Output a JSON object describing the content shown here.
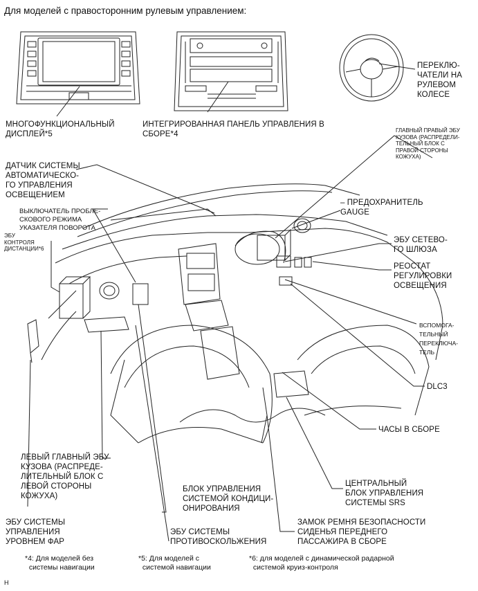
{
  "title": "Для моделей с правосторонним рулевым управлением:",
  "labels": {
    "multi_display": "МНОГОФУНКЦИОНАЛЬНЫЙ\nДИСПЛЕЙ*5",
    "integrated_panel": "ИНТЕГРИРОВАННАЯ ПАНЕЛЬ УПРАВЛЕНИЯ В\nСБОРЕ*4",
    "steering_switches": "ПЕРЕКЛЮ-\nЧАТЕЛИ НА\nРУЛЕВОМ\nКОЛЕСЕ",
    "main_right_body_ecu": "ГЛАВНЫЙ ПРАВЫЙ ЭБУ\nКУЗОВА (РАСПРЕДЕЛИ-\nТЕЛЬНЫЙ БЛОК С\nПРАВОЙ СТОРОНЫ\nКОЖУХА)",
    "auto_light_sensor": "ДАТЧИК СИСТЕМЫ\nАВТОМАТИЧЕСКО-\nГО УПРАВЛЕНИЯ\nОСВЕЩЕНИЕМ",
    "gauge_fuse": "– ПРЕДОХРАНИТЕЛЬ\nGAUGE",
    "hazard_switch": "ВЫКЛЮЧАТЕЛЬ ПРОБЛЕ-\nСКОВОГО РЕЖИМА\nУКАЗАТЕЛЯ ПОВОРОТА",
    "distance_ecu": "ЭБУ\nКОНТРОЛЯ\nДИСТАНЦИИ*6",
    "gateway_ecu": "ЭБУ СЕТЕВО-\nГО ШЛЮЗА",
    "rheostat": "РЕОСТАТ\nРЕГУЛИРОВКИ\nОСВЕЩЕНИЯ",
    "aux_switch": "ВСПОМОГА-\nТЕЛЬНЫЙ\nПЕРЕКЛЮЧА-\nТЕЛЬ",
    "dlc3": "DLC3",
    "clock": "ЧАСЫ В СБОРЕ",
    "left_body_ecu": "ЛЕВЫЙ ГЛАВНЫЙ ЭБУ\nКУЗОВА (РАСПРЕДЕ-\nЛИТЕЛЬНЫЙ БЛОК С\nЛЕВОЙ СТОРОНЫ\nКОЖУХА)",
    "srs_unit": "ЦЕНТРАЛЬНЫЙ\nБЛОК УПРАВЛЕНИЯ\nСИСТЕМЫ SRS",
    "ac_amp": "БЛОК УПРАВЛЕНИЯ\nСИСТЕМОЙ КОНДИЦИ-\nОНИРОВАНИЯ",
    "headlamp_ecu": "ЭБУ СИСТЕМЫ\nУПРАВЛЕНИЯ\nУРОВНЕМ ФАР",
    "theft_ecu": "ЭБУ СИСТЕМЫ\nПРОТИВОСКОЛЬЖЕНИЯ",
    "buckle_switch": "ЗАМОК РЕМНЯ БЕЗОПАСНОСТИ\nСИДЕНЬЯ ПЕРЕДНЕГО\nПАССАЖИРА В СБОРЕ"
  },
  "footnotes": {
    "note4": "*4: Для моделей без\n  системы навигации",
    "note5": "*5: Для моделей с\n  системой навигации",
    "note6": "*6: для моделей с динамической радарной\n  системой круиз-контроля"
  },
  "corner_mark": "H"
}
